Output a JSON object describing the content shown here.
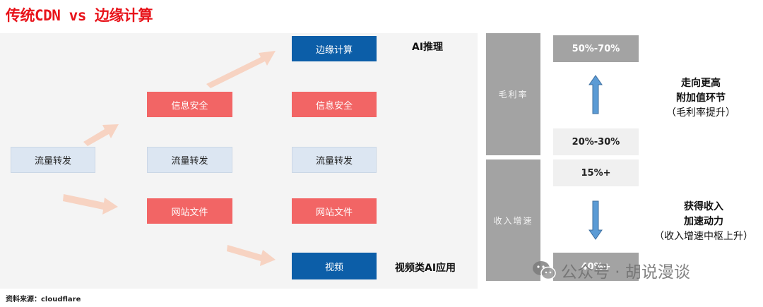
{
  "title": "传统CDN vs 边缘计算",
  "col1": {
    "flow": "流量转发"
  },
  "col2": {
    "security": "信息安全",
    "flow": "流量转发",
    "website": "网站文件"
  },
  "col3": {
    "edge": "边缘计算",
    "security": "信息安全",
    "flow": "流量转发",
    "website": "网站文件",
    "video": "视频"
  },
  "labels": {
    "ai_inference": "AI推理",
    "video_ai": "视频类AI应用"
  },
  "metrics": {
    "gross_margin_label": "毛利率",
    "revenue_growth_label": "收入增速",
    "gm_high": "50%-70%",
    "gm_low": "20%-30%",
    "growth_low": "15%+",
    "growth_high": "40%+"
  },
  "desc_top": {
    "line1": "走向更高",
    "line2": "附加值环节",
    "line3": "（毛利率提升）"
  },
  "desc_bottom": {
    "line1": "获得收入",
    "line2": "加速动力",
    "line3": "（收入增速中枢上升）"
  },
  "source": "资料来源：cloudflare",
  "watermark": "公众号 · 胡说漫谈",
  "colors": {
    "title_red": "#e8141b",
    "security_red": "#f26565",
    "edge_blue": "#0c5ea8",
    "flow_light_blue": "#dce6f2",
    "metric_gray": "#a3a3a3",
    "arrow_peach": "#f7d3c2",
    "arrow_blue": "#5b9bd5"
  },
  "icons": [
    "peach-arrow-icon",
    "up-arrow-icon",
    "down-arrow-icon",
    "wechat-icon"
  ]
}
